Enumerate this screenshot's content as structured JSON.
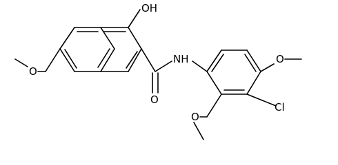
{
  "molecule": {
    "atom_labels": {
      "hydroxyl": "OH",
      "amide_nh": "NH",
      "carbonyl_o": "O",
      "methoxy_naph_o": "O",
      "methoxy_ring_top_o": "O",
      "methoxy_ring_bottom_o": "O",
      "chlorine": "Cl"
    }
  }
}
